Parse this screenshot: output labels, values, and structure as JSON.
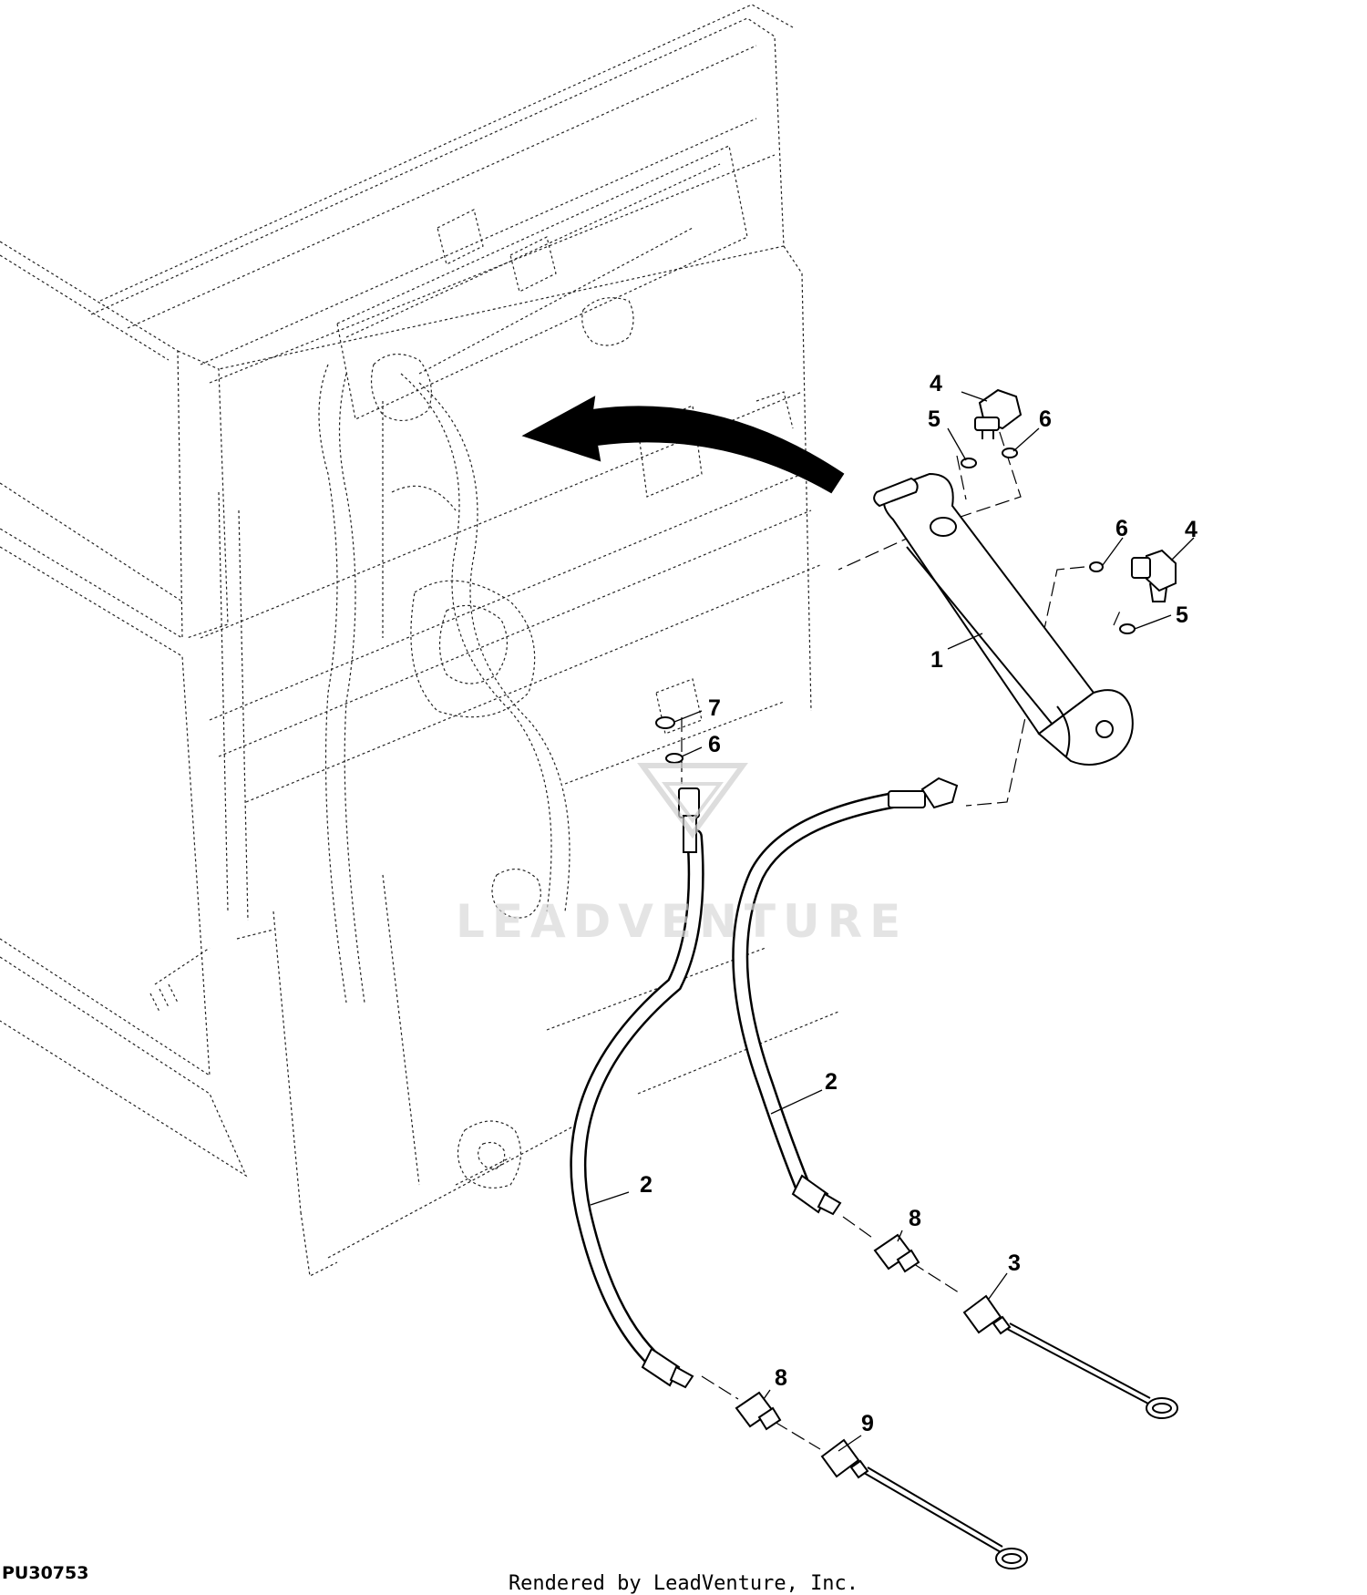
{
  "figure_id": "PU30753",
  "render_credit": "Rendered by LeadVenture, Inc.",
  "watermark": "LEADVENTURE",
  "callouts": [
    {
      "id": "c1",
      "label": "1",
      "part": "cylinder"
    },
    {
      "id": "c2a",
      "label": "2",
      "part": "hose"
    },
    {
      "id": "c2b",
      "label": "2",
      "part": "hose"
    },
    {
      "id": "c3",
      "label": "3",
      "part": "dust-plug-with-tether"
    },
    {
      "id": "c4a",
      "label": "4",
      "part": "elbow-fitting"
    },
    {
      "id": "c4b",
      "label": "4",
      "part": "elbow-fitting"
    },
    {
      "id": "c5a",
      "label": "5",
      "part": "o-ring"
    },
    {
      "id": "c5b",
      "label": "5",
      "part": "o-ring"
    },
    {
      "id": "c6a",
      "label": "6",
      "part": "o-ring"
    },
    {
      "id": "c6b",
      "label": "6",
      "part": "o-ring"
    },
    {
      "id": "c6c",
      "label": "6",
      "part": "o-ring"
    },
    {
      "id": "c7",
      "label": "7",
      "part": "o-ring"
    },
    {
      "id": "c8a",
      "label": "8",
      "part": "quick-coupler"
    },
    {
      "id": "c8b",
      "label": "8",
      "part": "quick-coupler"
    },
    {
      "id": "c9",
      "label": "9",
      "part": "dust-cap-with-tether"
    }
  ]
}
